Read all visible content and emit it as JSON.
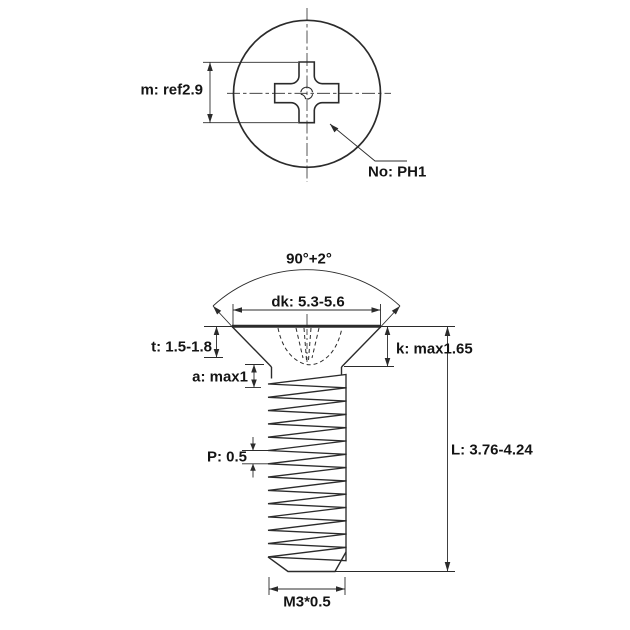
{
  "top_view": {
    "m_label": "m: ref2.9",
    "recess_label": "No: PH1"
  },
  "side_view": {
    "angle_label": "90°+2°",
    "dk_label": "dk: 5.3-5.6",
    "t_label": "t: 1.5-1.8",
    "k_label": "k: max1.65",
    "a_label": "a: max1",
    "p_label": "P: 0.5",
    "l_label": "L: 3.76-4.24",
    "thread_label": "M3*0.5"
  },
  "colors": {
    "line": "#2b2b2b",
    "text": "#141414",
    "background": "#ffffff"
  }
}
